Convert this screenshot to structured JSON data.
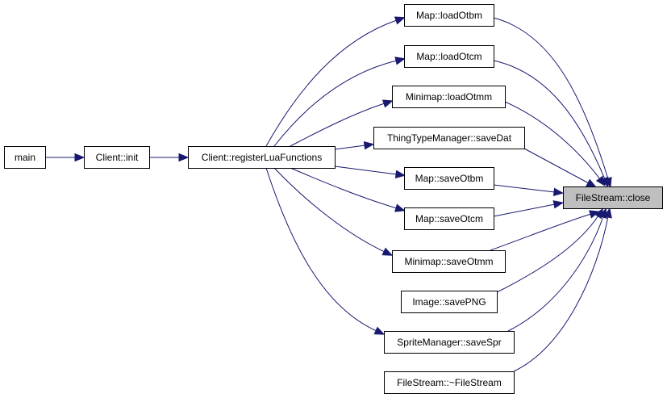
{
  "graph": {
    "nodes": [
      {
        "id": "main",
        "label": "main",
        "highlight": false
      },
      {
        "id": "client_init",
        "label": "Client::init",
        "highlight": false
      },
      {
        "id": "client_reg",
        "label": "Client::registerLuaFunctions",
        "highlight": false
      },
      {
        "id": "map_loadotbm",
        "label": "Map::loadOtbm",
        "highlight": false
      },
      {
        "id": "map_loadotcm",
        "label": "Map::loadOtcm",
        "highlight": false
      },
      {
        "id": "minimap_loadotmm",
        "label": "Minimap::loadOtmm",
        "highlight": false
      },
      {
        "id": "thingtype_savedat",
        "label": "ThingTypeManager::saveDat",
        "highlight": false
      },
      {
        "id": "map_saveotbm",
        "label": "Map::saveOtbm",
        "highlight": false
      },
      {
        "id": "map_saveotcm",
        "label": "Map::saveOtcm",
        "highlight": false
      },
      {
        "id": "minimap_saveotmm",
        "label": "Minimap::saveOtmm",
        "highlight": false
      },
      {
        "id": "image_savepng",
        "label": "Image::savePNG",
        "highlight": false
      },
      {
        "id": "sprite_savespr",
        "label": "SpriteManager::saveSpr",
        "highlight": false
      },
      {
        "id": "filestream_dtor",
        "label": "FileStream::~FileStream",
        "highlight": false
      },
      {
        "id": "filestream_close",
        "label": "FileStream::close",
        "highlight": true
      }
    ],
    "edges": [
      {
        "from": "main",
        "to": "client_init"
      },
      {
        "from": "client_init",
        "to": "client_reg"
      },
      {
        "from": "client_reg",
        "to": "map_loadotbm"
      },
      {
        "from": "client_reg",
        "to": "map_loadotcm"
      },
      {
        "from": "client_reg",
        "to": "minimap_loadotmm"
      },
      {
        "from": "client_reg",
        "to": "thingtype_savedat"
      },
      {
        "from": "client_reg",
        "to": "map_saveotbm"
      },
      {
        "from": "client_reg",
        "to": "map_saveotcm"
      },
      {
        "from": "client_reg",
        "to": "minimap_saveotmm"
      },
      {
        "from": "client_reg",
        "to": "sprite_savespr"
      },
      {
        "from": "map_loadotbm",
        "to": "filestream_close"
      },
      {
        "from": "map_loadotcm",
        "to": "filestream_close"
      },
      {
        "from": "minimap_loadotmm",
        "to": "filestream_close"
      },
      {
        "from": "thingtype_savedat",
        "to": "filestream_close"
      },
      {
        "from": "map_saveotbm",
        "to": "filestream_close"
      },
      {
        "from": "map_saveotcm",
        "to": "filestream_close"
      },
      {
        "from": "minimap_saveotmm",
        "to": "filestream_close"
      },
      {
        "from": "image_savepng",
        "to": "filestream_close"
      },
      {
        "from": "sprite_savespr",
        "to": "filestream_close"
      },
      {
        "from": "filestream_dtor",
        "to": "filestream_close"
      }
    ],
    "colors": {
      "edge": "#191970",
      "node_border": "#000000",
      "node_fill": "#ffffff",
      "highlight_fill": "#bfbfbf"
    }
  }
}
